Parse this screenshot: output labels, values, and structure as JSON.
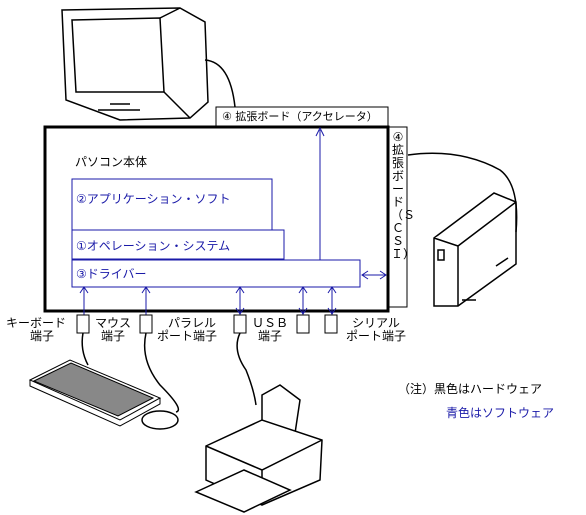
{
  "labels": {
    "pc_body": "パソコン本体",
    "application": "②アプリケーション・ソフト",
    "operating_system": "①オペレーション・システム",
    "driver": "③ドライバー",
    "expansion_accel": "④ 拡張ボード（アクセレータ）",
    "expansion_scsi": "④拡張ボード（ＳＣＳＩ）",
    "keyboard_port": [
      "キーボード",
      "端子"
    ],
    "mouse_port": [
      "マウス",
      "端子"
    ],
    "parallel_port": [
      "パラレル",
      "ポート端子"
    ],
    "usb_port": [
      "ＵＳＢ",
      "端子"
    ],
    "serial_port": [
      "シリアル",
      "ポート端子"
    ],
    "note_hardware": "（注）黒色はハードウェア",
    "note_software": "青色はソフトウェア"
  },
  "colors": {
    "hardware": "#000000",
    "software": "#1a1aa8"
  },
  "icons": [
    "monitor-icon",
    "external-drive-icon",
    "keyboard-icon",
    "mouse-icon",
    "printer-icon"
  ]
}
